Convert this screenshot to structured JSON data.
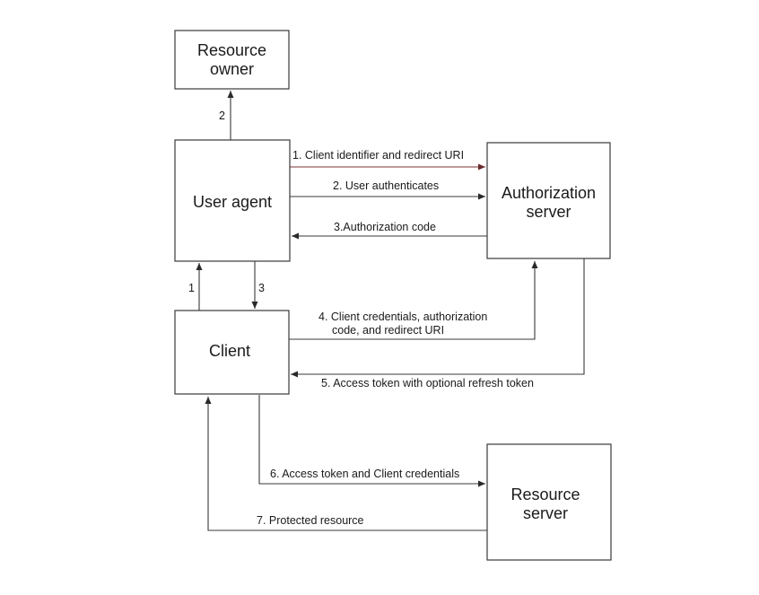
{
  "nodes": {
    "resource_owner": {
      "line1": "Resource",
      "line2": "owner"
    },
    "user_agent": {
      "line1": "User agent"
    },
    "authorization_server": {
      "line1": "Authorization",
      "line2": "server"
    },
    "client": {
      "line1": "Client"
    },
    "resource_server": {
      "line1": "Resource",
      "line2": "server"
    }
  },
  "edges": {
    "ua_to_owner": "2",
    "client_to_ua": "1",
    "ua_to_client": "3",
    "step1": "1. Client identifier and redirect URI",
    "step2": "2. User authenticates",
    "step3": "3.Authorization code",
    "step4_line1": "4. Client credentials, authorization",
    "step4_line2": "code, and redirect URI",
    "step5": "5. Access token with optional refresh token",
    "step6": "6. Access token and Client credentials",
    "step7": "7. Protected resource"
  }
}
